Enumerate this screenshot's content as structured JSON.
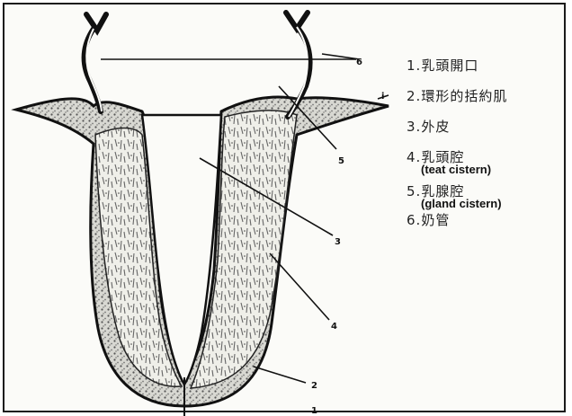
{
  "legend": {
    "items": [
      {
        "num": "1.",
        "text": "乳頭開口"
      },
      {
        "num": "2.",
        "text": "環形的括約肌"
      },
      {
        "num": "3.",
        "text": "外皮"
      },
      {
        "num": "4.",
        "text": "乳頭腔",
        "sub": "(teat cistern)"
      },
      {
        "num": "5.",
        "text": "乳腺腔",
        "sub": "(gland cistern)"
      },
      {
        "num": "6.",
        "text": "奶管"
      }
    ]
  },
  "callouts": {
    "c1": "1",
    "c2": "2",
    "c3": "3",
    "c4": "4",
    "c5": "5",
    "c6": "6",
    "ci": "i"
  },
  "colors": {
    "ink": "#111111",
    "tissue": "#8a8a84",
    "paper": "#fbfbf8"
  }
}
